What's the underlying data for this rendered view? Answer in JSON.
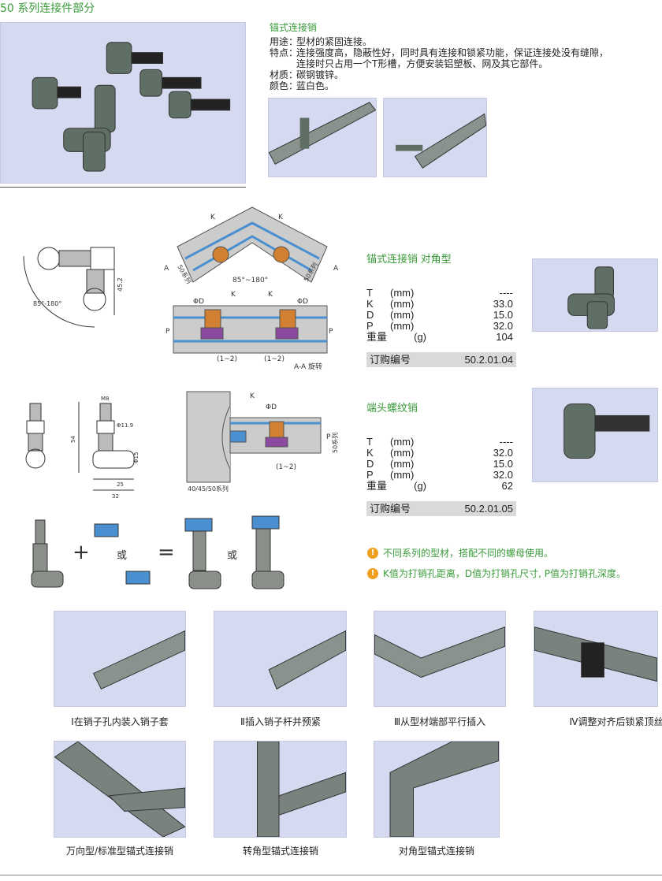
{
  "page_title": "50 系列连接件部分",
  "intro": {
    "title": "锚式连接销",
    "lines": [
      {
        "label": "用途：",
        "text": "型材的紧固连接。"
      },
      {
        "label": "特点：",
        "text": "连接强度高，隐蔽性好，同时具有连接和锁紧功能，保证连接处没有缝隙，"
      },
      {
        "label": "",
        "text": "连接时只占用一个T形槽，方便安装铝塑板、网及其它部件。"
      },
      {
        "label": "材质：",
        "text": "碳钢镀锌。"
      },
      {
        "label": "颜色：",
        "text": "蓝白色。"
      }
    ]
  },
  "diagram1": {
    "angle": "85°-180°",
    "height": "45.2",
    "k": "K",
    "phid": "ΦD",
    "p": "P",
    "gap": "(1~2)",
    "series": "50系列",
    "a": "A",
    "angle2": "85°~180°",
    "section": "A-A 旋转"
  },
  "diagram2": {
    "m": "M8",
    "phi1": "Φ11.9",
    "phi2": "Φ15",
    "h": "54",
    "l1": "25",
    "l2": "32",
    "k": "K",
    "phid": "ΦD",
    "p": "P",
    "gap": "(1~2)",
    "series": "50系列",
    "series2": "40/45/50系列"
  },
  "products": [
    {
      "title": "锚式连接销  对角型",
      "rows": [
        {
          "k": "T",
          "u": "(mm)",
          "v": "----"
        },
        {
          "k": "K",
          "u": "(mm)",
          "v": "33.0"
        },
        {
          "k": "D",
          "u": "(mm)",
          "v": "15.0"
        },
        {
          "k": "P",
          "u": "(mm)",
          "v": "32.0"
        },
        {
          "k": "重量",
          "u": "(g)",
          "v": "104"
        }
      ],
      "order_label": "订购编号",
      "order_no": "50.2.01.04"
    },
    {
      "title": "端头螺纹销",
      "rows": [
        {
          "k": "T",
          "u": "(mm)",
          "v": "----"
        },
        {
          "k": "K",
          "u": "(mm)",
          "v": "32.0"
        },
        {
          "k": "D",
          "u": "(mm)",
          "v": "15.0"
        },
        {
          "k": "P",
          "u": "(mm)",
          "v": "32.0"
        },
        {
          "k": "重量",
          "u": "(g)",
          "v": "62"
        }
      ],
      "order_label": "订购编号",
      "order_no": "50.2.01.05"
    }
  ],
  "assembly": {
    "plus": "+",
    "or1": "或",
    "equals": "=",
    "or2": "或"
  },
  "notes": [
    "不同系列的型材，搭配不同的螺母使用。",
    "K值为打销孔距离，D值为打销孔尺寸, P值为打销孔深度。"
  ],
  "note_icon": "!",
  "steps": [
    "Ⅰ在销子孔内装入销子套",
    "Ⅱ插入销子杆并预紧",
    "Ⅲ从型材端部平行插入",
    "Ⅳ调整对齐后锁紧顶丝"
  ],
  "types": [
    "万向型/标准型锚式连接销",
    "转角型锚式连接销",
    "对角型锚式连接销"
  ],
  "colors": {
    "accent": "#3a9a3a",
    "photo_bg": "#d6daf0",
    "order_bg": "#d9d9d9"
  }
}
